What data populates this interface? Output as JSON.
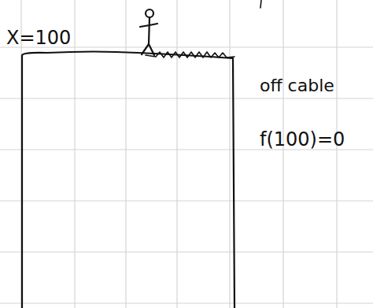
{
  "diagram": {
    "labels": [
      "X=100",
      "off cable",
      "f(100)=0"
    ]
  }
}
